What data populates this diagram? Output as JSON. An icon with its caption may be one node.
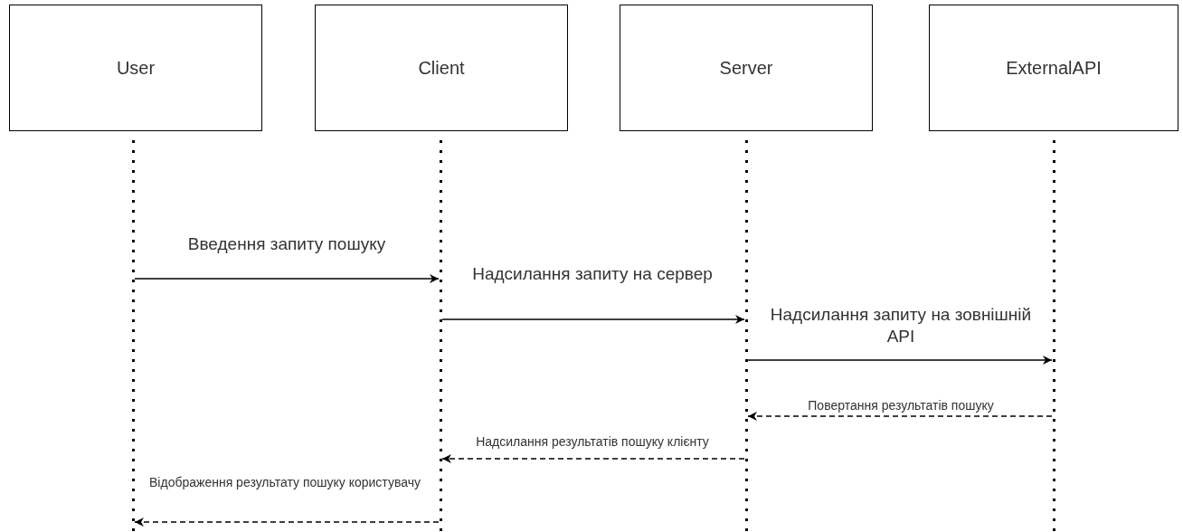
{
  "diagram": {
    "nodes": [
      {
        "text": [
          "User"
        ]
      },
      {
        "text": [
          "Client"
        ]
      },
      {
        "text": [
          "Server"
        ]
      },
      {
        "text": [
          "ExternalAPI"
        ]
      },
      {
        "text": [],
        "shape": "line"
      },
      {
        "text": [],
        "shape": "line"
      },
      {
        "text": [],
        "shape": "line"
      },
      {
        "text": [],
        "shape": "line"
      }
    ],
    "edges": [
      {
        "from": 4,
        "to": 5,
        "arrow": "to",
        "label": "Введення запиту пошуку"
      },
      {
        "from": 5,
        "to": 6,
        "arrow": "to",
        "label": "Надсилання запиту на сервер"
      },
      {
        "from": 6,
        "to": 7,
        "arrow": "to",
        "label": "Надсилання запиту на зовнішній API"
      },
      {
        "from": 7,
        "to": 6,
        "arrow": "to",
        "label": "Повертання результатів пошуку",
        "style": "dashed"
      },
      {
        "from": 6,
        "to": 5,
        "arrow": "to",
        "label": "Надсилання результатів пошуку клієнту",
        "style": "dashed"
      },
      {
        "from": 5,
        "to": 4,
        "arrow": "to",
        "label": "Відображення результату пошуку користувачу",
        "style": "dashed"
      }
    ]
  }
}
